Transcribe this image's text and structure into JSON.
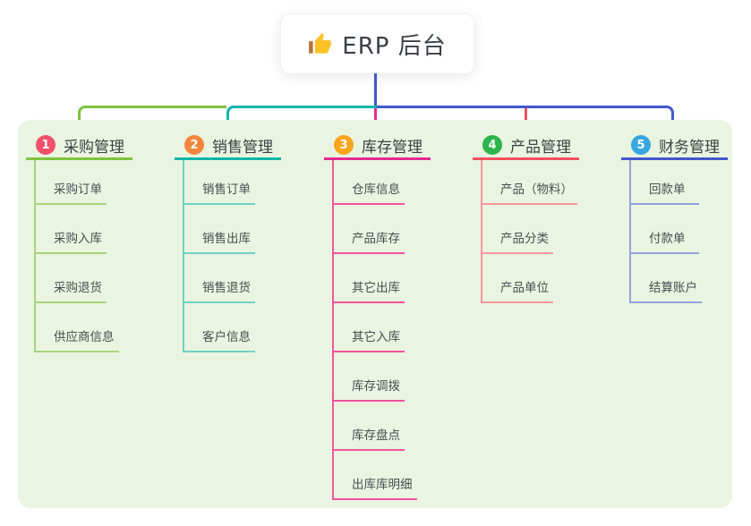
{
  "root": {
    "title": "ERP 后台",
    "icon": "thumbs-up-icon"
  },
  "canvas": {
    "background": "#ffffff",
    "panel_background": "#e9f5e1",
    "title_color": "#3b3f46",
    "header_text_color": "#3c4043",
    "item_text_color": "#4a4d52"
  },
  "branches": [
    {
      "num": "1",
      "label": "采购管理",
      "badge_color": "#f3506c",
      "line_color": "#7fc33f",
      "item_line_color": "#a9d47d",
      "items": [
        "采购订单",
        "采购入库",
        "采购退货",
        "供应商信息"
      ]
    },
    {
      "num": "2",
      "label": "销售管理",
      "badge_color": "#f6863b",
      "line_color": "#14b5aa",
      "item_line_color": "#6fd1c7",
      "items": [
        "销售订单",
        "销售出库",
        "销售退货",
        "客户信息"
      ]
    },
    {
      "num": "3",
      "label": "库存管理",
      "badge_color": "#f8a51d",
      "line_color": "#e52b90",
      "item_line_color": "#f2549f",
      "items": [
        "仓库信息",
        "产品库存",
        "其它出库",
        "其它入库",
        "库存调拨",
        "库存盘点",
        "出库库明细"
      ]
    },
    {
      "num": "4",
      "label": "产品管理",
      "badge_color": "#2db44d",
      "line_color": "#f44f5e",
      "item_line_color": "#f9969d",
      "items": [
        "产品（物料）",
        "产品分类",
        "产品单位"
      ]
    },
    {
      "num": "5",
      "label": "财务管理",
      "badge_color": "#38a6e0",
      "line_color": "#4257cd",
      "item_line_color": "#93a2db",
      "items": [
        "回款单",
        "付款单",
        "结算账户"
      ]
    }
  ]
}
